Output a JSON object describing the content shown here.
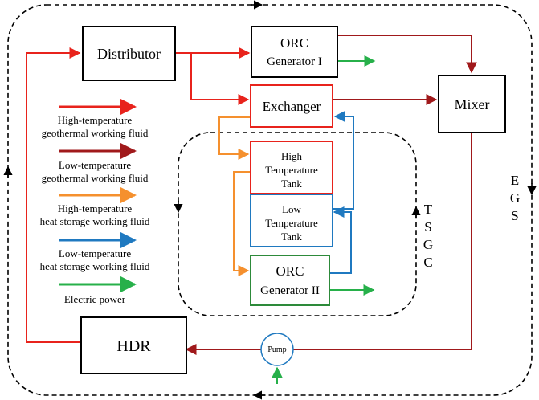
{
  "colors": {
    "high_geo": "#e8231c",
    "low_geo": "#a0191b",
    "high_storage": "#f5902e",
    "low_storage": "#1f79c0",
    "electric": "#27b04a",
    "generator2_border": "#2d8a3a",
    "pump_border": "#1f79c0"
  },
  "nodes": {
    "distributor": "Distributor",
    "orc1_line1": "ORC",
    "orc1_line2": "Generator I",
    "exchanger": "Exchanger",
    "mixer": "Mixer",
    "high_tank_line1": "High",
    "high_tank_line2": "Temperature",
    "high_tank_line3": "Tank",
    "low_tank_line1": "Low",
    "low_tank_line2": "Temperature",
    "low_tank_line3": "Tank",
    "orc2_line1": "ORC",
    "orc2_line2": "Generator II",
    "hdr": "HDR",
    "pump": "Pump"
  },
  "legend": [
    {
      "line1": "High-temperature",
      "line2": "geothermal working fluid",
      "color_key": "high_geo"
    },
    {
      "line1": "Low-temperature",
      "line2": "geothermal working fluid",
      "color_key": "low_geo"
    },
    {
      "line1": "High-temperature",
      "line2": "heat storage working fluid",
      "color_key": "high_storage"
    },
    {
      "line1": "Low-temperature",
      "line2": "heat storage working fluid",
      "color_key": "low_storage"
    },
    {
      "line1": "Electric power",
      "line2": "",
      "color_key": "electric"
    }
  ],
  "side_labels": {
    "egs": [
      "E",
      "G",
      "S"
    ],
    "tsgc": [
      "T",
      "S",
      "G",
      "C"
    ]
  }
}
